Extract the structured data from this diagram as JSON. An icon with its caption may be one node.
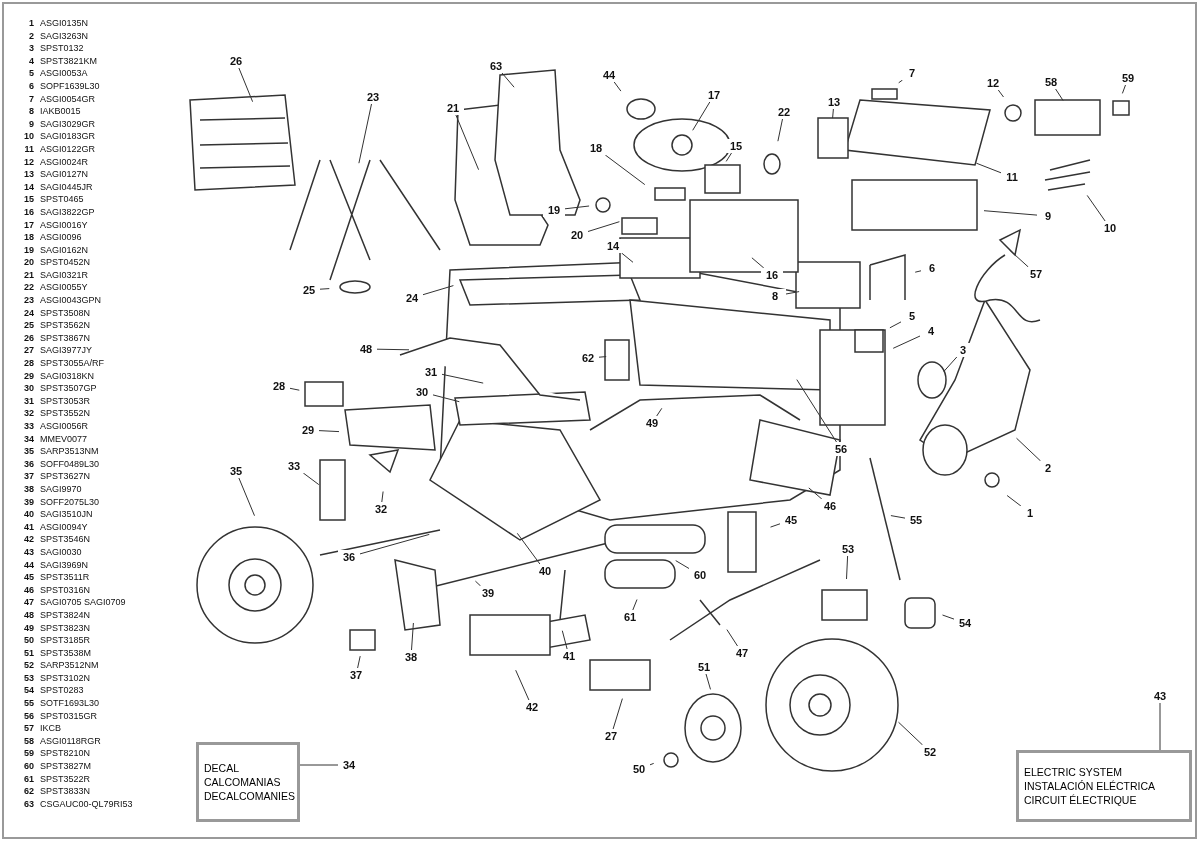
{
  "diagram": {
    "nodes": [
      {
        "text": [
          "1"
        ]
      },
      {
        "text": [
          "2"
        ]
      },
      {
        "text": [
          "3"
        ]
      },
      {
        "text": [
          "4"
        ]
      },
      {
        "text": [
          "5"
        ]
      },
      {
        "text": [
          "6"
        ]
      },
      {
        "text": [
          "7"
        ]
      },
      {
        "text": [
          "8"
        ]
      },
      {
        "text": [
          "9"
        ]
      },
      {
        "text": [
          "10"
        ]
      },
      {
        "text": [
          "11"
        ]
      },
      {
        "text": [
          "12"
        ]
      },
      {
        "text": [
          "13"
        ]
      },
      {
        "text": [
          "14"
        ]
      },
      {
        "text": [
          "15"
        ]
      },
      {
        "text": [
          "16"
        ]
      },
      {
        "text": [
          "17"
        ]
      },
      {
        "text": [
          "18"
        ]
      },
      {
        "text": [
          "19"
        ]
      },
      {
        "text": [
          "20"
        ]
      },
      {
        "text": [
          "21"
        ]
      },
      {
        "text": [
          "22"
        ]
      },
      {
        "text": [
          "23"
        ]
      },
      {
        "text": [
          "24"
        ]
      },
      {
        "text": [
          "25"
        ]
      },
      {
        "text": [
          "26"
        ]
      },
      {
        "text": [
          "27"
        ]
      },
      {
        "text": [
          "28"
        ]
      },
      {
        "text": [
          "29"
        ]
      },
      {
        "text": [
          "30"
        ]
      },
      {
        "text": [
          "31"
        ]
      },
      {
        "text": [
          "32"
        ]
      },
      {
        "text": [
          "33"
        ]
      },
      {
        "text": [
          "34"
        ]
      },
      {
        "text": [
          "35"
        ]
      },
      {
        "text": [
          "36"
        ]
      },
      {
        "text": [
          "37"
        ]
      },
      {
        "text": [
          "38"
        ]
      },
      {
        "text": [
          "39"
        ]
      },
      {
        "text": [
          "40"
        ]
      },
      {
        "text": [
          "41"
        ]
      },
      {
        "text": [
          "42"
        ]
      },
      {
        "text": [
          "43"
        ]
      },
      {
        "text": [
          "44"
        ]
      },
      {
        "text": [
          "45"
        ]
      },
      {
        "text": [
          "46"
        ]
      },
      {
        "text": [
          "47"
        ]
      },
      {
        "text": [
          "48"
        ]
      },
      {
        "text": [
          "49"
        ]
      },
      {
        "text": [
          "50"
        ]
      },
      {
        "text": [
          "51"
        ]
      },
      {
        "text": [
          "52"
        ]
      },
      {
        "text": [
          "53"
        ]
      },
      {
        "text": [
          "54"
        ]
      },
      {
        "text": [
          "55"
        ]
      },
      {
        "text": [
          "56"
        ]
      },
      {
        "text": [
          "57"
        ]
      },
      {
        "text": [
          "58"
        ]
      },
      {
        "text": [
          "59"
        ]
      },
      {
        "text": [
          "60"
        ]
      },
      {
        "text": [
          "61"
        ]
      },
      {
        "text": [
          "62"
        ]
      },
      {
        "text": [
          "63"
        ]
      },
      {
        "text": [
          "DECAL",
          "CALCOMANIAS",
          "DECALCOMANIES"
        ]
      },
      {
        "text": [
          "ELECTRIC SYSTEM",
          "INSTALACIÓN ELÉCTRICA",
          "CIRCUIT ÉLECTRIQUE"
        ]
      }
    ],
    "edges": [
      {
        "from": 0,
        "to": null,
        "arrow": "none"
      },
      {
        "from": 1,
        "to": null,
        "arrow": "none"
      },
      {
        "from": 2,
        "to": null,
        "arrow": "none"
      },
      {
        "from": 3,
        "to": null,
        "arrow": "none"
      },
      {
        "from": 4,
        "to": null,
        "arrow": "none"
      },
      {
        "from": 5,
        "to": null,
        "arrow": "none"
      },
      {
        "from": 6,
        "to": null,
        "arrow": "none"
      },
      {
        "from": 7,
        "to": null,
        "arrow": "none"
      },
      {
        "from": 8,
        "to": null,
        "arrow": "none"
      },
      {
        "from": 9,
        "to": null,
        "arrow": "none"
      },
      {
        "from": 10,
        "to": null,
        "arrow": "none"
      },
      {
        "from": 11,
        "to": null,
        "arrow": "none"
      },
      {
        "from": 12,
        "to": null,
        "arrow": "none"
      },
      {
        "from": 13,
        "to": null,
        "arrow": "none"
      },
      {
        "from": 14,
        "to": null,
        "arrow": "none"
      },
      {
        "from": 15,
        "to": null,
        "arrow": "none"
      },
      {
        "from": 16,
        "to": null,
        "arrow": "none"
      },
      {
        "from": 17,
        "to": null,
        "arrow": "none"
      },
      {
        "from": 18,
        "to": null,
        "arrow": "none"
      },
      {
        "from": 19,
        "to": null,
        "arrow": "none"
      },
      {
        "from": 20,
        "to": null,
        "arrow": "none"
      },
      {
        "from": 21,
        "to": null,
        "arrow": "none"
      },
      {
        "from": 22,
        "to": null,
        "arrow": "none"
      },
      {
        "from": 23,
        "to": null,
        "arrow": "none"
      },
      {
        "from": 24,
        "to": null,
        "arrow": "none"
      },
      {
        "from": 25,
        "to": null,
        "arrow": "none"
      },
      {
        "from": 26,
        "to": null,
        "arrow": "none"
      },
      {
        "from": 27,
        "to": null,
        "arrow": "none"
      },
      {
        "from": 28,
        "to": null,
        "arrow": "none"
      },
      {
        "from": 29,
        "to": null,
        "arrow": "none"
      },
      {
        "from": 30,
        "to": null,
        "arrow": "none"
      },
      {
        "from": 31,
        "to": null,
        "arrow": "none"
      },
      {
        "from": 32,
        "to": null,
        "arrow": "none"
      },
      {
        "from": 33,
        "to": 63,
        "arrow": "none"
      },
      {
        "from": 34,
        "to": null,
        "arrow": "none"
      },
      {
        "from": 35,
        "to": null,
        "arrow": "none"
      },
      {
        "from": 36,
        "to": null,
        "arrow": "none"
      },
      {
        "from": 37,
        "to": null,
        "arrow": "none"
      },
      {
        "from": 38,
        "to": null,
        "arrow": "none"
      },
      {
        "from": 39,
        "to": null,
        "arrow": "none"
      },
      {
        "from": 40,
        "to": null,
        "arrow": "none"
      },
      {
        "from": 41,
        "to": null,
        "arrow": "none"
      },
      {
        "from": 42,
        "to": 64,
        "arrow": "none"
      },
      {
        "from": 43,
        "to": null,
        "arrow": "none"
      },
      {
        "from": 44,
        "to": null,
        "arrow": "none"
      },
      {
        "from": 45,
        "to": null,
        "arrow": "none"
      },
      {
        "from": 46,
        "to": null,
        "arrow": "none"
      },
      {
        "from": 47,
        "to": null,
        "arrow": "none"
      },
      {
        "from": 48,
        "to": null,
        "arrow": "none"
      },
      {
        "from": 49,
        "to": null,
        "arrow": "none"
      },
      {
        "from": 50,
        "to": null,
        "arrow": "none"
      },
      {
        "from": 51,
        "to": null,
        "arrow": "none"
      },
      {
        "from": 52,
        "to": null,
        "arrow": "none"
      },
      {
        "from": 53,
        "to": null,
        "arrow": "none"
      },
      {
        "from": 54,
        "to": null,
        "arrow": "none"
      },
      {
        "from": 55,
        "to": null,
        "arrow": "none"
      },
      {
        "from": 56,
        "to": null,
        "arrow": "none"
      },
      {
        "from": 57,
        "to": null,
        "arrow": "none"
      },
      {
        "from": 58,
        "to": null,
        "arrow": "none"
      },
      {
        "from": 59,
        "to": null,
        "arrow": "none"
      },
      {
        "from": 60,
        "to": null,
        "arrow": "none"
      },
      {
        "from": 61,
        "to": null,
        "arrow": "none"
      },
      {
        "from": 62,
        "to": null,
        "arrow": "none"
      }
    ],
    "labels": [
      "1",
      "ASGI0135N",
      "2",
      "SAGI3263N",
      "3",
      "SPST0132",
      "4",
      "SPST3821KM",
      "5",
      "ASGI0053A",
      "6",
      "SOPF1639L30",
      "7",
      "ASGI0054GR",
      "8",
      "IAKB0015",
      "9",
      "SAGI3029GR",
      "10",
      "SAGI0183GR",
      "11",
      "ASGI0122GR",
      "12",
      "ASGI0024R",
      "13",
      "SAGI0127N",
      "14",
      "SAGI0445JR",
      "15",
      "SPST0465",
      "16",
      "SAGI3822GP",
      "17",
      "ASGI0016Y",
      "18",
      "ASGI0096",
      "19",
      "SAGI0162N",
      "20",
      "SPST0452N",
      "21",
      "SAGI0321R",
      "22",
      "ASGI0055Y",
      "23",
      "ASGI0043GPN",
      "24",
      "SPST3508N",
      "25",
      "SPST3562N",
      "26",
      "SPST3867N",
      "27",
      "SAGI3977JY",
      "28",
      "SPST3055A/RF",
      "29",
      "SAGI0318KN",
      "30",
      "SPST3507GP",
      "31",
      "SPST3053R",
      "32",
      "SPST3552N",
      "33",
      "ASGI0056R",
      "34",
      "MMEV0077",
      "35",
      "SARP3513NM",
      "36",
      "SOFF0489L30",
      "37",
      "SPST3627N",
      "38",
      "SAGI9970",
      "39",
      "SOFF2075L30",
      "40",
      "SAGI3510JN",
      "41",
      "ASGI0094Y",
      "42",
      "SPST3546N",
      "43",
      "SAGI0030",
      "44",
      "SAGI3969N",
      "45",
      "SPST3511R",
      "46",
      "SPST0316N",
      "47",
      "SAGI0705 SAGI0709",
      "48",
      "SPST3824N",
      "49",
      "SPST3823N",
      "50",
      "SPST3185R",
      "51",
      "SPST3538M",
      "52",
      "SARP3512NM",
      "53",
      "SPST3102N",
      "54",
      "SPST0283",
      "55",
      "SOTF1693L30",
      "56",
      "SPST0315GR",
      "57",
      "IKCB",
      "58",
      "ASGI0118RGR",
      "59",
      "SPST8210N",
      "60",
      "SPST3827M",
      "61",
      "SPST3522R",
      "62",
      "SPST3833N",
      "63",
      "CSGAUC00-QL79RI53"
    ]
  }
}
